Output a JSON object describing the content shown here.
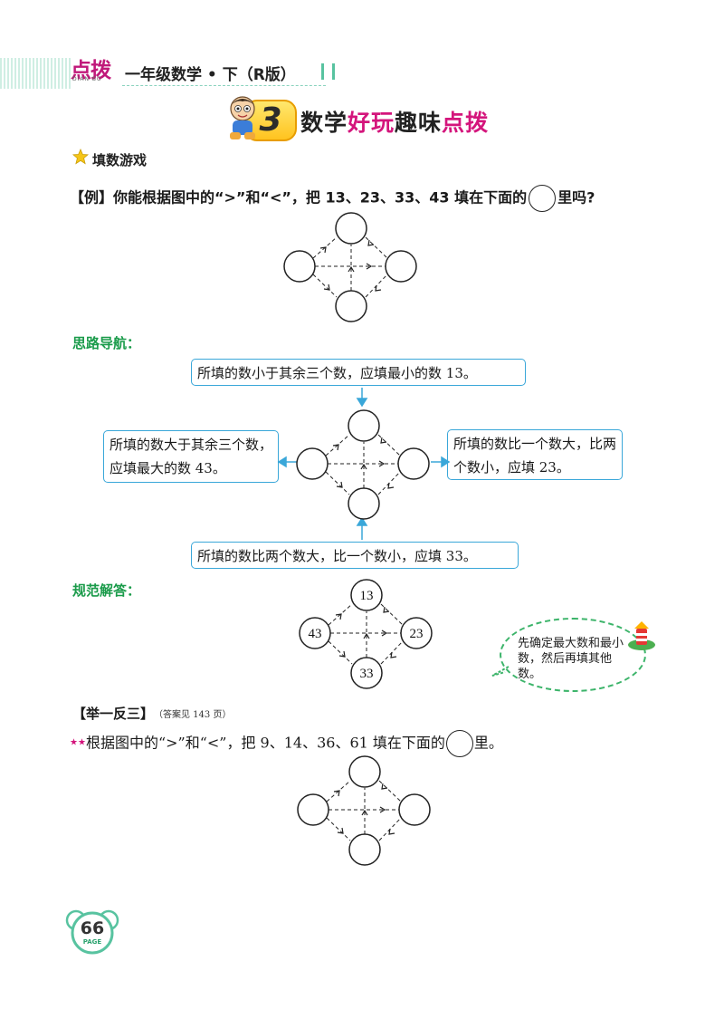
{
  "header": {
    "brand": "点拨",
    "brand_sub": "DIAN BO",
    "series": "一年级数学 • 下（R版）"
  },
  "section": {
    "number": "3",
    "title_parts": [
      "数学",
      "好玩",
      "趣味",
      "点拨"
    ]
  },
  "game_label": "填数游戏",
  "example": {
    "prefix": "【例】你能根据图中的“>”和“<”，把 13、23、33、43 填在下面的",
    "suffix": "里吗?"
  },
  "thinking": {
    "heading": "思路导航：",
    "top_box": "所填的数小于其余三个数，应填最小的数 13。",
    "left_box": "所填的数大于其余三个数，应填最大的数 43。",
    "right_box": "所填的数比一个数大，比两个数小，应填 23。",
    "bottom_box": "所填的数比两个数大，比一个数小，应填 33。"
  },
  "answer": {
    "heading": "规范解答：",
    "top": "13",
    "left": "43",
    "right": "23",
    "bottom": "33",
    "tip": "先确定最大数和最小数，然后再填其他数。"
  },
  "practice": {
    "heading": "【举一反三】",
    "ref": "（答案见 143 页）",
    "stars": "★★",
    "question_prefix": "根据图中的“>”和“<”，把 9、14、36、61 填在下面的",
    "question_suffix": "里。"
  },
  "page": {
    "number": "66",
    "word": "PAGE"
  },
  "colors": {
    "accent_pink": "#d4157c",
    "heading_green": "#1a9b4a",
    "box_blue": "#3aa7d9"
  }
}
